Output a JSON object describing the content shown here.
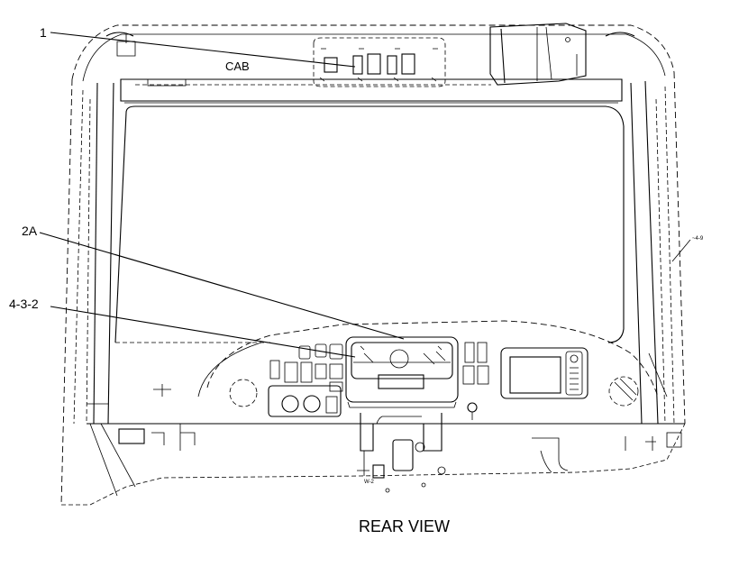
{
  "diagram": {
    "view_title": "REAR VIEW",
    "labels": {
      "callout_1": "1",
      "callout_2a": "2A",
      "callout_432": "4-3-2",
      "cab": "CAB",
      "ref_right": "~4-9",
      "ref_bottom": "W-2"
    }
  }
}
